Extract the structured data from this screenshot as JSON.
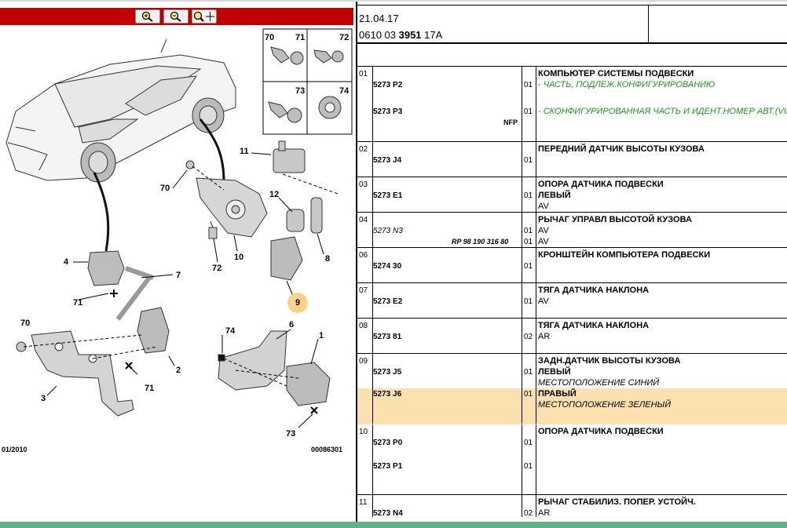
{
  "toolbar": {
    "zoom_in_icon": "zoom-in-icon",
    "zoom_out_icon": "zoom-out-icon",
    "zoom_move_icon": "zoom-move-icon",
    "color": "#c00000"
  },
  "diagram": {
    "callouts": [
      "70",
      "71",
      "72",
      "73",
      "74",
      "11",
      "12",
      "70",
      "10",
      "72",
      "8",
      "9",
      "4",
      "7",
      "71",
      "70",
      "2",
      "71",
      "3",
      "74",
      "6",
      "1",
      "73"
    ],
    "highlight_callout": "9",
    "footer_left": "01/2010",
    "footer_right": "00086301"
  },
  "header": {
    "date": "21.04.17",
    "code_prefix": "0610 03 ",
    "code_bold": "3951",
    "code_suffix": " 17A"
  },
  "rows": [
    {
      "pos": "01",
      "lines": [
        {
          "ref": "",
          "qty": "",
          "desc": "КОМПЬЮТЕР СИСТЕМЫ ПОДВЕСКИ"
        },
        {
          "ref": "5273 P2",
          "qty": "01",
          "note": "- ЧАСТЬ, ПОДЛЕЖ.КОНФИГУРИРОВАНИЮ"
        },
        {
          "ref": "5273 P3",
          "qty": "01",
          "note": "- СКОНФИГУРИРОВАННАЯ ЧАСТЬ И ИДЕНТ.НОМЕР АВТ.(VIN)"
        },
        {
          "extra": "NFP"
        }
      ]
    },
    {
      "pos": "02",
      "lines": [
        {
          "desc": "ПЕРЕДНИЙ ДАТЧИК ВЫСОТЫ КУЗОВА"
        },
        {
          "ref": "5273 J4",
          "qty": "01"
        }
      ]
    },
    {
      "pos": "03",
      "lines": [
        {
          "desc": "ОПОРА ДАТЧИКА ПОДВЕСКИ"
        },
        {
          "ref": "5273 E1",
          "qty": "01",
          "desc2": "ЛЕВЫЙ"
        },
        {
          "note": "AV"
        }
      ]
    },
    {
      "pos": "04",
      "lines": [
        {
          "desc": "РЫЧАГ УПРАВЛ ВЫСОТОЙ КУЗОВА"
        },
        {
          "ref": "5273 N3",
          "qty": "01",
          "note": "AV"
        },
        {
          "extra": "RP 98 190 316 80",
          "qty": "01",
          "note": "AV"
        }
      ]
    },
    {
      "pos": "06",
      "lines": [
        {
          "desc": "КРОНШТЕЙН КОМПЬЮТЕРА ПОДВЕСКИ"
        },
        {
          "ref": "5274 30",
          "qty": "01"
        }
      ]
    },
    {
      "pos": "07",
      "lines": [
        {
          "desc": "ТЯГА ДАТЧИКА НАКЛОНА"
        },
        {
          "ref": "5273 E2",
          "qty": "01",
          "note": "AV"
        }
      ]
    },
    {
      "pos": "08",
      "lines": [
        {
          "desc": "ТЯГА ДАТЧИКА НАКЛОНА"
        },
        {
          "ref": "5273 81",
          "qty": "02",
          "note": "AR"
        }
      ]
    },
    {
      "pos": "09",
      "lines": [
        {
          "desc": "ЗАДН.ДАТЧИК ВЫСОТЫ КУЗОВА"
        },
        {
          "ref": "5273 J5",
          "qty": "01",
          "desc2": "ЛЕВЫЙ"
        },
        {
          "note": "МЕСТОПОЛОЖЕНИЕ СИНИЙ"
        },
        {
          "ref": "5273 J6",
          "qty": "01",
          "desc2": "ПРАВЫЙ"
        },
        {
          "note": "МЕСТОПОЛОЖЕНИЕ ЗЕЛЕНЫЙ"
        }
      ],
      "highlight_color": "#fde0b0"
    },
    {
      "pos": "10",
      "lines": [
        {
          "desc": "ОПОРА ДАТЧИКА ПОДВЕСКИ"
        },
        {
          "ref": "5273 P0",
          "qty": "01"
        },
        {
          "ref": "5273 P1",
          "qty": "01"
        }
      ]
    },
    {
      "pos": "11",
      "lines": [
        {
          "desc": "РЫЧАГ СТАБИЛИЗ. ПОПЕР. УСТОЙЧ."
        },
        {
          "ref": "5273 N4",
          "qty": "02",
          "note": "AR"
        }
      ]
    }
  ],
  "colors": {
    "bottom_bar": "#5fb08a",
    "note_green": "#1a9a1a"
  }
}
